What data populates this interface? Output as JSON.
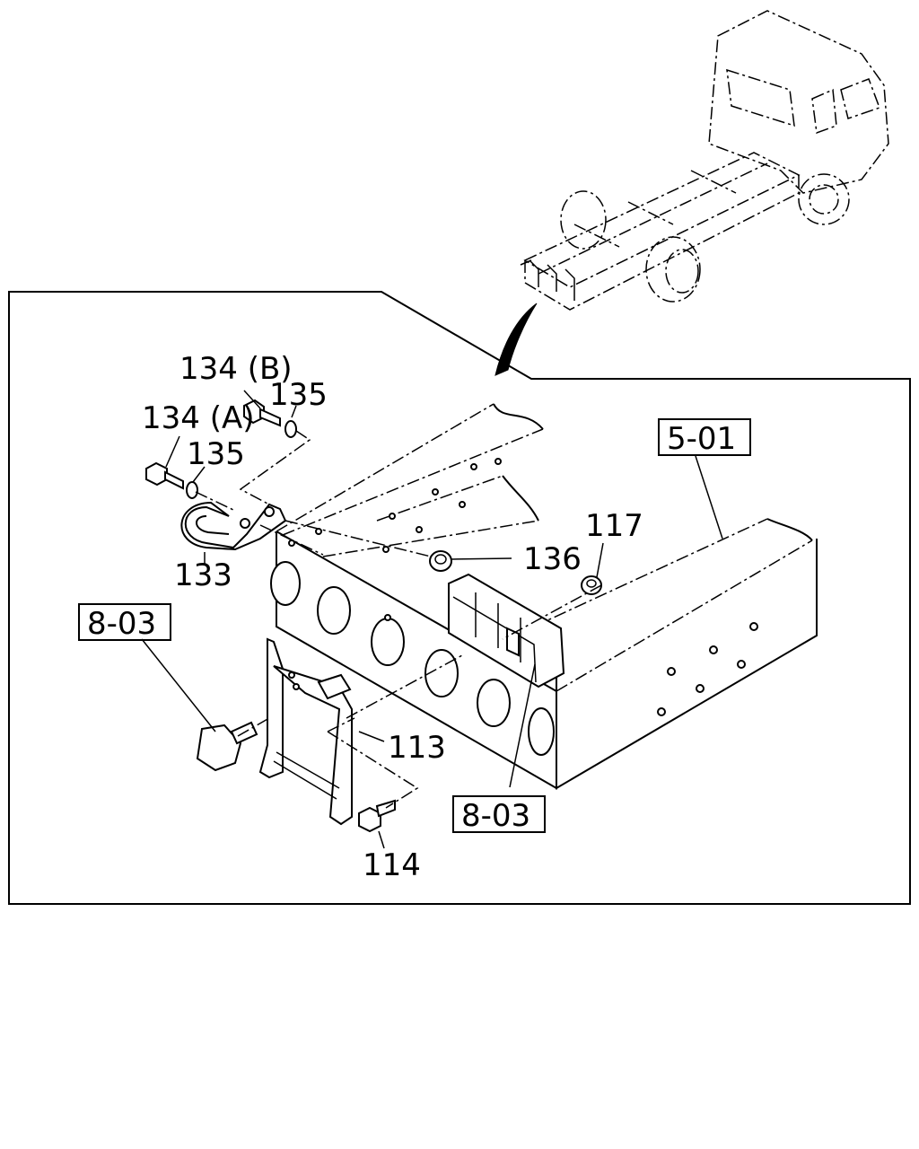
{
  "labels": {
    "l134b": "134 (B)",
    "l135a": "135",
    "l134a": "134 (A)",
    "l135b": "135",
    "l133": "133",
    "l136": "136",
    "l117": "117",
    "l113": "113",
    "l114": "114",
    "ref501": "5-01",
    "ref803a": "8-03",
    "ref803b": "8-03"
  }
}
